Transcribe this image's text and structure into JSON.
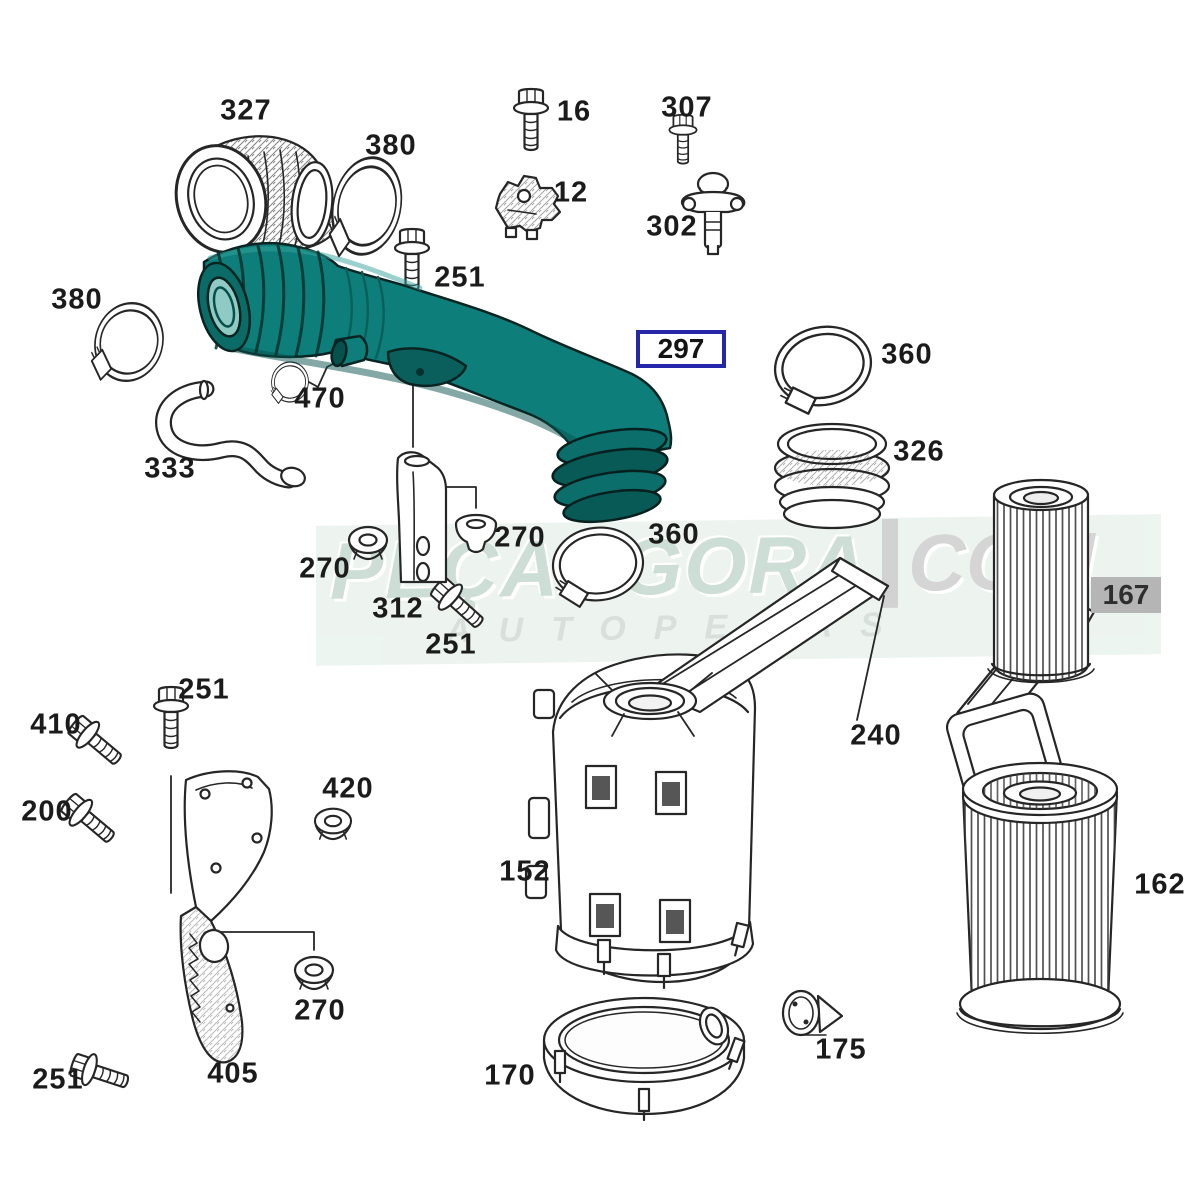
{
  "diagram": {
    "kind": "exploded-parts-diagram",
    "subject": "engine air intake duct and air filter assembly",
    "highlighted_part_number": "297",
    "highlight_fill_color": "#0d7e7a",
    "highlight_box_border_color": "#2626ab",
    "label_167_background": "#b5b5b5",
    "line_color": "#262626"
  },
  "watermark": {
    "brand": "PEÇAAGORA",
    "suffix": "COM",
    "tagline": "AUTOPEÇAS"
  },
  "labels": {
    "n327": "327",
    "n380_top": "380",
    "n16": "16",
    "n307": "307",
    "n12": "12",
    "n302": "302",
    "n251_top": "251",
    "n380_left": "380",
    "n297": "297",
    "n360_right": "360",
    "n470": "470",
    "n333": "333",
    "n326": "326",
    "n270_left": "270",
    "n270_mid": "270",
    "n312": "312",
    "n360_mid": "360",
    "n251_mid": "251",
    "n167": "167",
    "n251_bottomleft_top": "251",
    "n410": "410",
    "n200": "200",
    "n420": "420",
    "n240": "240",
    "n152": "152",
    "n162": "162",
    "n270_bottom": "270",
    "n405": "405",
    "n251_bottom": "251",
    "n170": "170",
    "n175": "175"
  }
}
